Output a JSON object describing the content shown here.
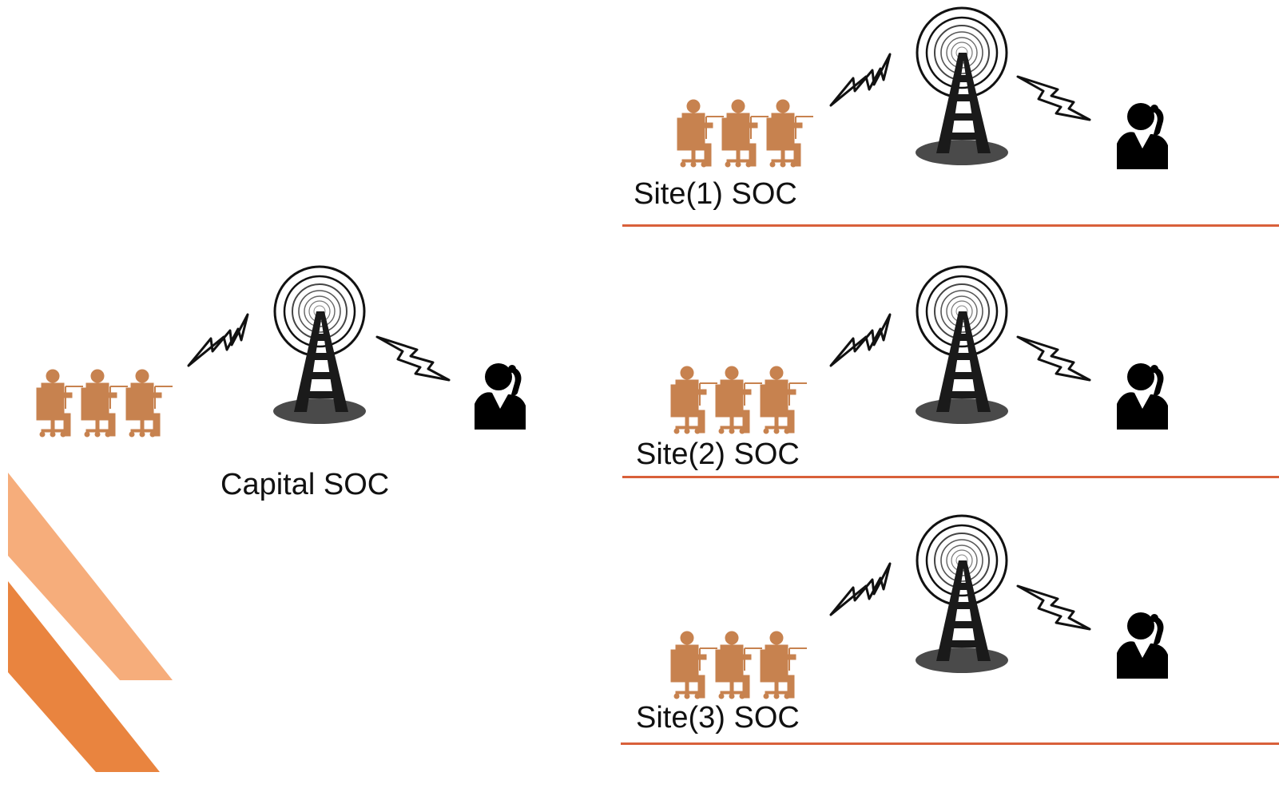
{
  "groups": [
    {
      "id": "capital",
      "label": "Capital SOC"
    },
    {
      "id": "site1",
      "label": "Site(1) SOC"
    },
    {
      "id": "site2",
      "label": "Site(2) SOC"
    },
    {
      "id": "site3",
      "label": "Site(3) SOC"
    }
  ],
  "icons": {
    "operators": "soc-operators-icon",
    "link": "wireless-link-icon",
    "tower": "radio-tower-icon",
    "user": "phone-user-icon"
  },
  "colors": {
    "operators": "#c7824f",
    "divider": "#d9603a",
    "stripe_light": "#f6ad7b",
    "stripe_dark": "#e9843f",
    "ink": "#111111"
  }
}
